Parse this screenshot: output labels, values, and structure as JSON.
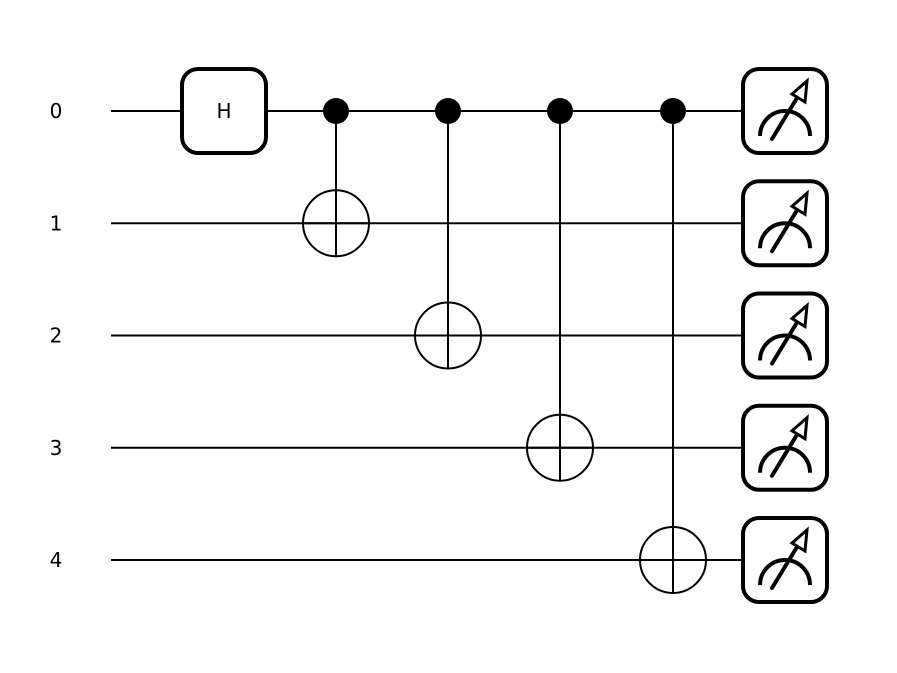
{
  "circuit": {
    "qubits": [
      {
        "label": "0"
      },
      {
        "label": "1"
      },
      {
        "label": "2"
      },
      {
        "label": "3"
      },
      {
        "label": "4"
      }
    ],
    "gates": [
      {
        "type": "single",
        "symbol": "H",
        "qubit": 0,
        "step": 0
      },
      {
        "type": "cnot",
        "control": 0,
        "target": 1,
        "step": 1
      },
      {
        "type": "cnot",
        "control": 0,
        "target": 2,
        "step": 2
      },
      {
        "type": "cnot",
        "control": 0,
        "target": 3,
        "step": 3
      },
      {
        "type": "cnot",
        "control": 0,
        "target": 4,
        "step": 4
      },
      {
        "type": "measure",
        "qubit": 0,
        "step": 5
      },
      {
        "type": "measure",
        "qubit": 1,
        "step": 5
      },
      {
        "type": "measure",
        "qubit": 2,
        "step": 5
      },
      {
        "type": "measure",
        "qubit": 3,
        "step": 5
      },
      {
        "type": "measure",
        "qubit": 4,
        "step": 5
      }
    ],
    "colors": {
      "stroke": "#000000",
      "background": "#ffffff"
    }
  }
}
